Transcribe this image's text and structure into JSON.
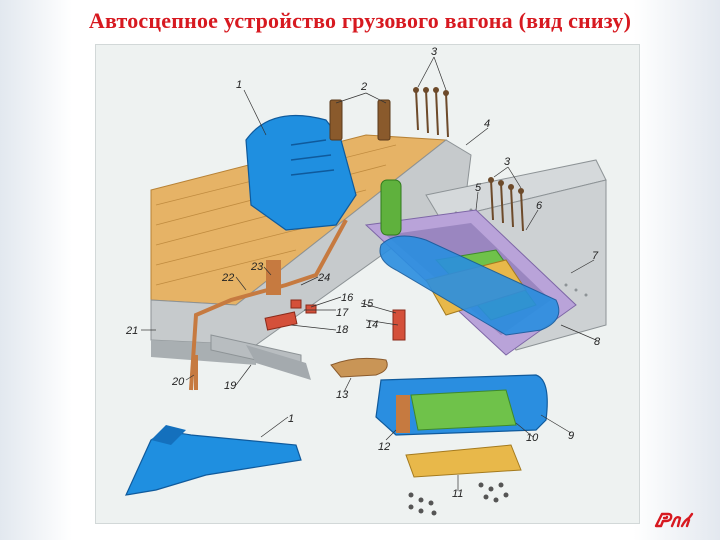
{
  "title": "Автосцепное устройство грузового вагона (вид снизу)",
  "callouts": [
    "1",
    "2",
    "3",
    "3",
    "4",
    "5",
    "6",
    "7",
    "8",
    "9",
    "10",
    "11",
    "12",
    "13",
    "14",
    "15",
    "16",
    "17",
    "18",
    "19",
    "20",
    "21",
    "22",
    "23",
    "24",
    "1"
  ],
  "logo_text": "РЖД",
  "colors": {
    "title": "#d71920",
    "coupler_body": "#1f8fe0",
    "wood_floor": "#e6b366",
    "steel_beam": "#bfc4c6",
    "draft_gear": "#6fc24a",
    "yoke_plate": "#e8b84a",
    "frame_purple": "#b9a3d9",
    "rust_parts": "#c67a40"
  },
  "icons": [
    "rzd-logo-icon"
  ]
}
